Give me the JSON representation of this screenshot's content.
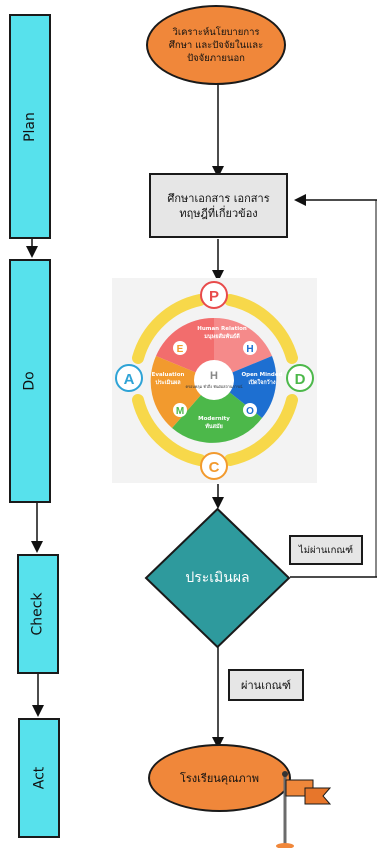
{
  "phases": {
    "plan": "Plan",
    "do": "Do",
    "check": "Check",
    "act": "Act"
  },
  "flow": {
    "analyze_oval": "วิเคราะห์นโยบายการศึกษา และปัจจัยในและปัจจัยภายนอก",
    "study_box": "ศึกษาเอกสาร เอกสารทฤษฎีที่เกี่ยวข้อง",
    "evaluate_diamond": "ประเมินผล",
    "not_pass_label": "ไม่ผ่านเกณฑ์",
    "pass_label": "ผ่านเกณฑ์",
    "quality_school_oval": "โรงเรียนคุณภาพ"
  },
  "cycle_graphic": {
    "letters": {
      "p": "P",
      "d": "D",
      "c": "C",
      "a": "A"
    },
    "pieces": {
      "human_relation": "Human Relation",
      "human_relation_th": "มนุษยสัมพันธ์ดี",
      "open_minded": "Open Minded",
      "open_minded_th": "เปิดใจกว้าง",
      "modernity": "Modernity",
      "modernity_th": "ทันสมัย",
      "evaluation": "Evaluation",
      "evaluation_th": "ประเมินผล"
    },
    "piece_letters": {
      "h": "H",
      "o": "O",
      "m": "M",
      "e": "E"
    },
    "center_text": "ครอบคลุม ทั่วถึง ทันต่อสถานการณ์"
  },
  "colors": {
    "phase_fill": "#57e1ec",
    "oval_fill": "#f0873a",
    "diamond_fill": "#2e9a9d",
    "box_fill": "#e6e6e6",
    "ring_yellow": "#f7d84a",
    "piece_red": "#f26d6d",
    "piece_blue": "#1d6fd1",
    "piece_green": "#4cb84a",
    "piece_orange": "#f29a2e",
    "flag": "#f0873a"
  }
}
